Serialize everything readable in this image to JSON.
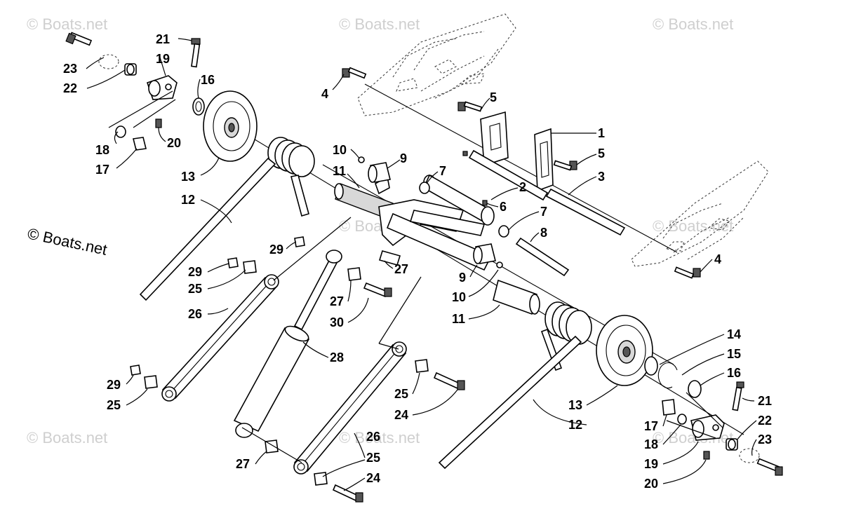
{
  "watermarks": {
    "small": "© Boats.net",
    "main": "© Boats.net"
  },
  "callouts": [
    {
      "id": "c23a",
      "label": "23"
    },
    {
      "id": "c21a",
      "label": "21"
    },
    {
      "id": "c19a",
      "label": "19"
    },
    {
      "id": "c22a",
      "label": "22"
    },
    {
      "id": "c16a",
      "label": "16"
    },
    {
      "id": "c18a",
      "label": "18"
    },
    {
      "id": "c20a",
      "label": "20"
    },
    {
      "id": "c17a",
      "label": "17"
    },
    {
      "id": "c13a",
      "label": "13"
    },
    {
      "id": "c12a",
      "label": "12"
    },
    {
      "id": "c10a",
      "label": "10"
    },
    {
      "id": "c9a",
      "label": "9"
    },
    {
      "id": "c11a",
      "label": "11"
    },
    {
      "id": "c4a",
      "label": "4"
    },
    {
      "id": "c5a",
      "label": "5"
    },
    {
      "id": "c1",
      "label": "1"
    },
    {
      "id": "c5b",
      "label": "5"
    },
    {
      "id": "c3",
      "label": "3"
    },
    {
      "id": "c7a",
      "label": "7"
    },
    {
      "id": "c2",
      "label": "2"
    },
    {
      "id": "c6",
      "label": "6"
    },
    {
      "id": "c7b",
      "label": "7"
    },
    {
      "id": "c8",
      "label": "8"
    },
    {
      "id": "c4b",
      "label": "4"
    },
    {
      "id": "c29a",
      "label": "29"
    },
    {
      "id": "c29b",
      "label": "29"
    },
    {
      "id": "c25a",
      "label": "25"
    },
    {
      "id": "c26a",
      "label": "26"
    },
    {
      "id": "c27a",
      "label": "27"
    },
    {
      "id": "c27b",
      "label": "27"
    },
    {
      "id": "c30",
      "label": "30"
    },
    {
      "id": "c9b",
      "label": "9"
    },
    {
      "id": "c10b",
      "label": "10"
    },
    {
      "id": "c11b",
      "label": "11"
    },
    {
      "id": "c28",
      "label": "28"
    },
    {
      "id": "c14",
      "label": "14"
    },
    {
      "id": "c15",
      "label": "15"
    },
    {
      "id": "c16b",
      "label": "16"
    },
    {
      "id": "c29c",
      "label": "29"
    },
    {
      "id": "c25b",
      "label": "25"
    },
    {
      "id": "c25c",
      "label": "25"
    },
    {
      "id": "c24a",
      "label": "24"
    },
    {
      "id": "c13b",
      "label": "13"
    },
    {
      "id": "c12b",
      "label": "12"
    },
    {
      "id": "c21b",
      "label": "21"
    },
    {
      "id": "c22b",
      "label": "22"
    },
    {
      "id": "c17b",
      "label": "17"
    },
    {
      "id": "c18b",
      "label": "18"
    },
    {
      "id": "c23b",
      "label": "23"
    },
    {
      "id": "c26b",
      "label": "26"
    },
    {
      "id": "c19b",
      "label": "19"
    },
    {
      "id": "c27c",
      "label": "27"
    },
    {
      "id": "c25d",
      "label": "25"
    },
    {
      "id": "c20b",
      "label": "20"
    },
    {
      "id": "c24b",
      "label": "24"
    }
  ]
}
